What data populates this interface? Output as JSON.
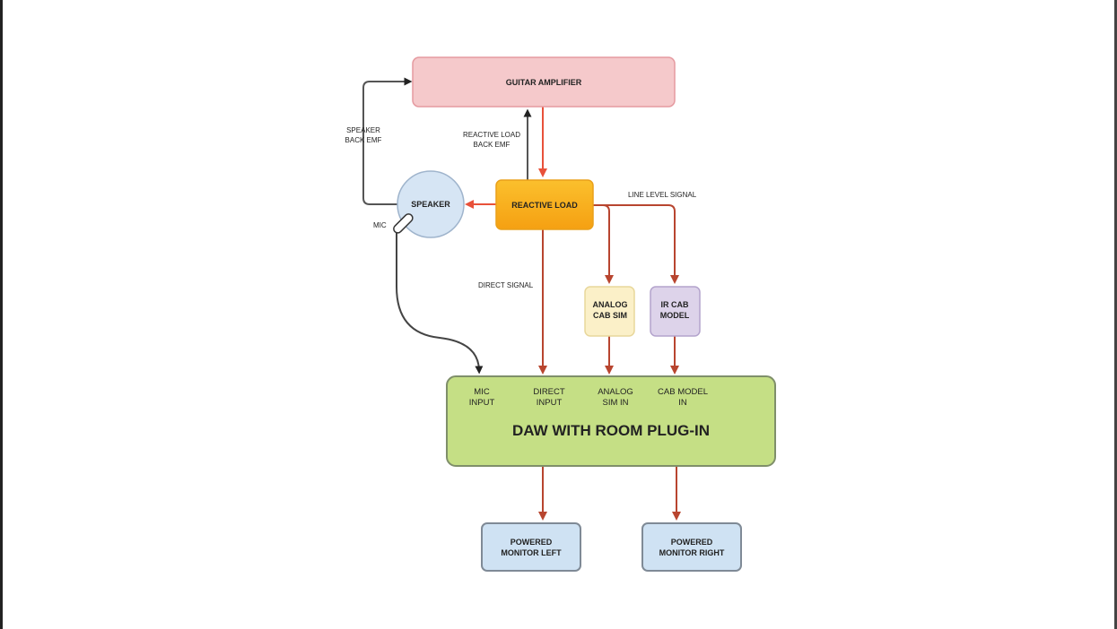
{
  "diagram": {
    "nodes": {
      "guitar_amplifier": "GUITAR AMPLIFIER",
      "reactive_load": "REACTIVE LOAD",
      "speaker": "SPEAKER",
      "analog_cab_sim": [
        "ANALOG",
        "CAB SIM"
      ],
      "ir_cab_model": [
        "IR CAB",
        "MODEL"
      ],
      "daw": "DAW WITH ROOM PLUG-IN",
      "monitor_left": [
        "POWERED",
        "MONITOR LEFT"
      ],
      "monitor_right": [
        "POWERED",
        "MONITOR RIGHT"
      ]
    },
    "daw_ports": {
      "mic_input": [
        "MIC",
        "INPUT"
      ],
      "direct_input": [
        "DIRECT",
        "INPUT"
      ],
      "analog_sim_in": [
        "ANALOG",
        "SIM IN"
      ],
      "cab_model_in": [
        "CAB MODEL",
        "IN"
      ]
    },
    "edge_labels": {
      "speaker_back_emf": [
        "SPEAKER",
        "BACK EMF"
      ],
      "reactive_load_back_emf": [
        "REACTIVE LOAD",
        "BACK EMF"
      ],
      "line_level_signal": "LINE LEVEL SIGNAL",
      "direct_signal": "DIRECT SIGNAL",
      "mic": "MIC"
    },
    "colors": {
      "amp_fill": "#f5c9cb",
      "amp_stroke": "#e59aa0",
      "reactive_fill": "#f8b316",
      "reactive_stroke": "#eaa01a",
      "speaker_fill": "#d6e5f4",
      "speaker_stroke": "#9fb4cc",
      "analog_fill": "#fbf0c8",
      "analog_stroke": "#e8d79b",
      "ir_fill": "#ddd3ea",
      "ir_stroke": "#b3a3cc",
      "daw_fill": "#c5df85",
      "daw_stroke": "#7f8f6a",
      "monitor_fill": "#cfe2f3",
      "monitor_stroke": "#7f8a96",
      "red_arrow": "#e8513a",
      "dark_red_arrow": "#b8452f",
      "grey_arrow": "#555555"
    }
  }
}
